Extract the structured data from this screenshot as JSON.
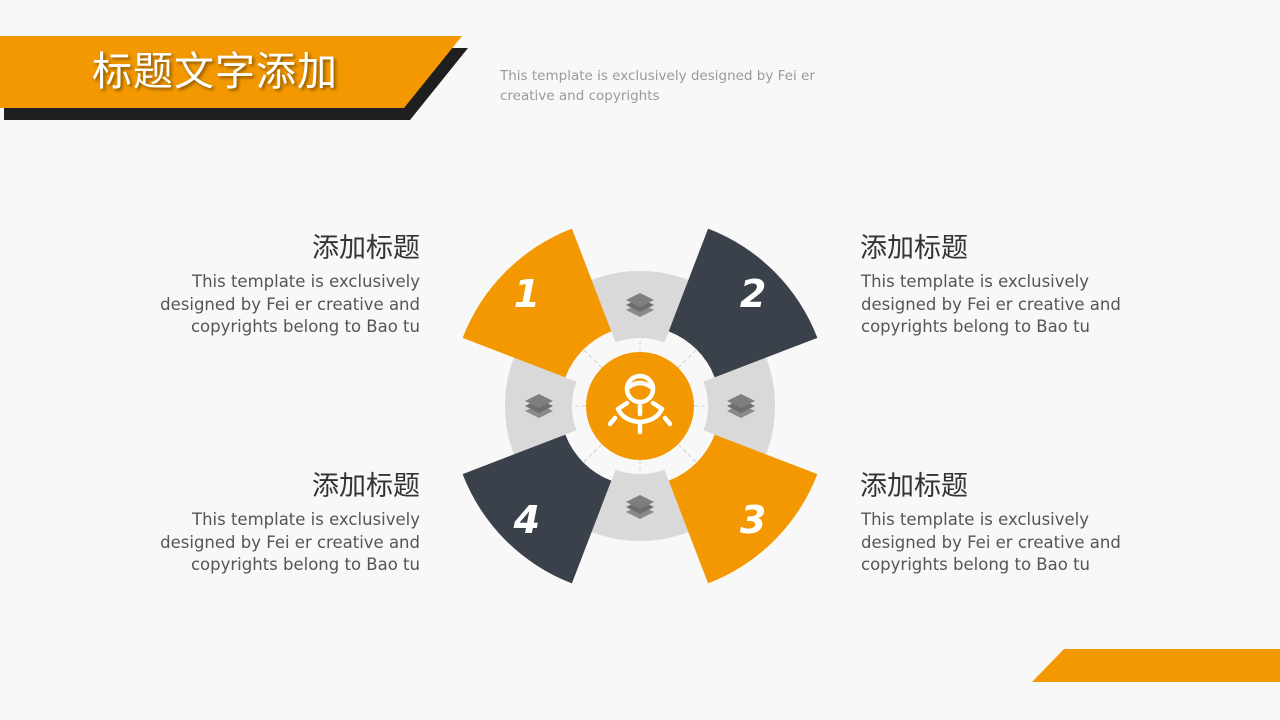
{
  "header": {
    "title": "标题文字添加",
    "subtitle": "This template is exclusively designed by Fei er creative and copyrights"
  },
  "center": {
    "icon": "user-gear-icon"
  },
  "segments": [
    {
      "number": "1",
      "color": "#f39800",
      "title": "添加标题",
      "text": "This template is exclusively designed by Fei er creative and copyrights belong to Bao tu"
    },
    {
      "number": "2",
      "color": "#3b414b",
      "title": "添加标题",
      "text": "This template is exclusively designed by Fei er creative and copyrights belong to Bao tu"
    },
    {
      "number": "3",
      "color": "#f39800",
      "title": "添加标题",
      "text": "This template is exclusively designed by Fei er creative and copyrights belong to Bao tu"
    },
    {
      "number": "4",
      "color": "#3b414b",
      "title": "添加标题",
      "text": "This template is exclusively designed by Fei er creative and copyrights belong to Bao tu"
    }
  ],
  "inner_tiles": {
    "icon": "layers-icon",
    "color": "#d9d9d9"
  },
  "colors": {
    "accent": "#f39800",
    "dark": "#3b414b",
    "banner_shadow": "#1f1f1f"
  }
}
